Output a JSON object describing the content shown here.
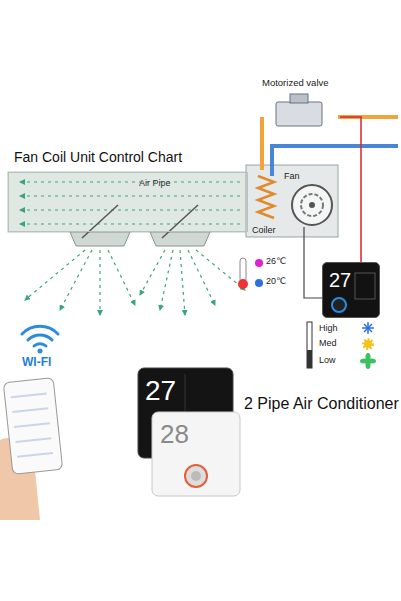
{
  "diagram": {
    "title": "Fan Coil Unit Control Chart",
    "nodes": [
      {
        "text": [
          "Motorized valve"
        ]
      },
      {
        "text": [
          "Air Pipe"
        ]
      },
      {
        "text": [
          "Coiler"
        ]
      },
      {
        "text": [
          "Fan"
        ]
      },
      {
        "text": [
          "27"
        ]
      }
    ],
    "edges": [
      {
        "from": 0,
        "to": 2,
        "arrow": "none"
      },
      {
        "from": 4,
        "to": 0,
        "arrow": "none"
      },
      {
        "from": 4,
        "to": 3,
        "arrow": "none"
      }
    ],
    "labels": [
      "26℃",
      "20℃",
      "High",
      "Med",
      "Low",
      "WI-FI",
      "27",
      "28",
      "2 Pipe Air Conditioner"
    ]
  }
}
